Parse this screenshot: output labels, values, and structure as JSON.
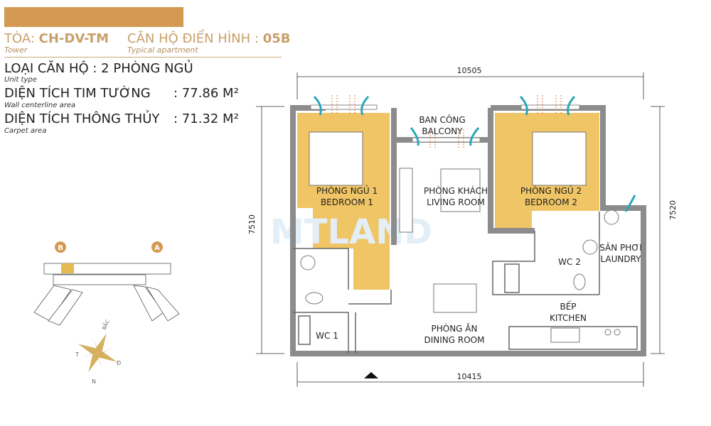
{
  "header": {
    "tower_label": "TÒA:",
    "tower_value": "CH-DV-TM",
    "tower_en": "Tower",
    "typical_label": "CĂN HỘ ĐIỂN HÌNH :",
    "typical_value": "05B",
    "typical_en": "Typical apartment"
  },
  "specs": {
    "unit_type": "LOẠI CĂN HỘ : 2 PHÒNG NGỦ",
    "unit_type_en": "Unit type",
    "wall_area_label": "DIỆN TÍCH TIM TƯỜNG",
    "wall_area_value": ": 77.86 M²",
    "wall_area_en": "Wall centerline area",
    "carpet_area_label": "DIỆN TÍCH THÔNG THỦY",
    "carpet_area_value": ": 71.32 M²",
    "carpet_area_en": "Carpet area"
  },
  "keyplan": {
    "wing_b": "B",
    "wing_a": "A"
  },
  "compass": {
    "north": "BẮC",
    "west": "T",
    "east": "Đ",
    "south": "N"
  },
  "dimensions": {
    "top": "10505",
    "bottom": "10415",
    "left": "7510",
    "right": "7520"
  },
  "rooms": {
    "balcony_vi": "BAN CÔNG",
    "balcony_en": "BALCONY",
    "bed1_vi": "PHÒNG NGỦ 1",
    "bed1_en": "BEDROOM 1",
    "living_vi": "PHÒNG KHÁCH",
    "living_en": "LIVING ROOM",
    "bed2_vi": "PHÒNG NGỦ 2",
    "bed2_en": "BEDROOM 2",
    "laundry_vi": "SÂN PHƠI",
    "laundry_en": "LAUNDRY",
    "wc2": "WC 2",
    "kitchen_vi": "BẾP",
    "kitchen_en": "KITCHEN",
    "wc1": "WC 1",
    "dining_vi": "PHÒNG ĂN",
    "dining_en": "DINING ROOM"
  },
  "watermark": "MTLAND",
  "colors": {
    "accent": "#d49a52",
    "bedroom": "#efc565",
    "wall": "#8c8c8c",
    "airflow": "#2aa6b8"
  }
}
